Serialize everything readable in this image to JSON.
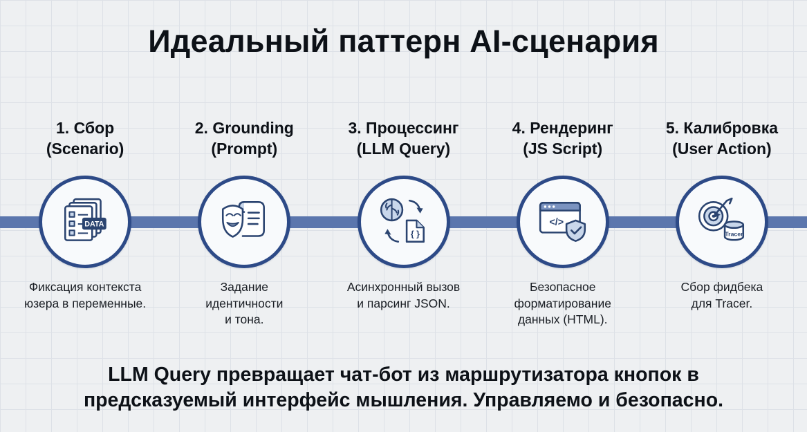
{
  "title": "Идеальный паттерн AI-сценария",
  "steps": [
    {
      "title_line1": "1. Сбор",
      "title_line2": "(Scenario)",
      "icon": "documents-data-icon",
      "icon_label": "DATA",
      "description": "Фиксация контекста\nюзера в переменные."
    },
    {
      "title_line1": "2. Grounding",
      "title_line2": "(Prompt)",
      "icon": "mask-scroll-icon",
      "description": "Задание\nидентичности\nи тона."
    },
    {
      "title_line1": "3. Процессинг",
      "title_line2": "(LLM Query)",
      "icon": "brain-json-icon",
      "icon_label": "{ }",
      "description": "Асинхронный вызов\nи парсинг JSON."
    },
    {
      "title_line1": "4. Рендеринг",
      "title_line2": "(JS Script)",
      "icon": "browser-shield-icon",
      "icon_label": "</>",
      "description": "Безопасное\nформатирование\nданных (HTML)."
    },
    {
      "title_line1": "5. Калибровка",
      "title_line2": "(User Action)",
      "icon": "target-tracer-icon",
      "icon_label": "Tracer",
      "description": "Сбор фидбека\nдля Tracer."
    }
  ],
  "footer": "LLM Query превращает чат-бот из маршрутизатора кнопок в\nпредсказуемый интерфейс мышления. Управляемо и безопасно.",
  "colors": {
    "background": "#eef0f2",
    "grid": "#dde1e7",
    "timeline": "#5b76ad",
    "circle_border": "#2d4a87",
    "icon_stroke": "#2b4470",
    "icon_fill": "#c9d7eb"
  }
}
